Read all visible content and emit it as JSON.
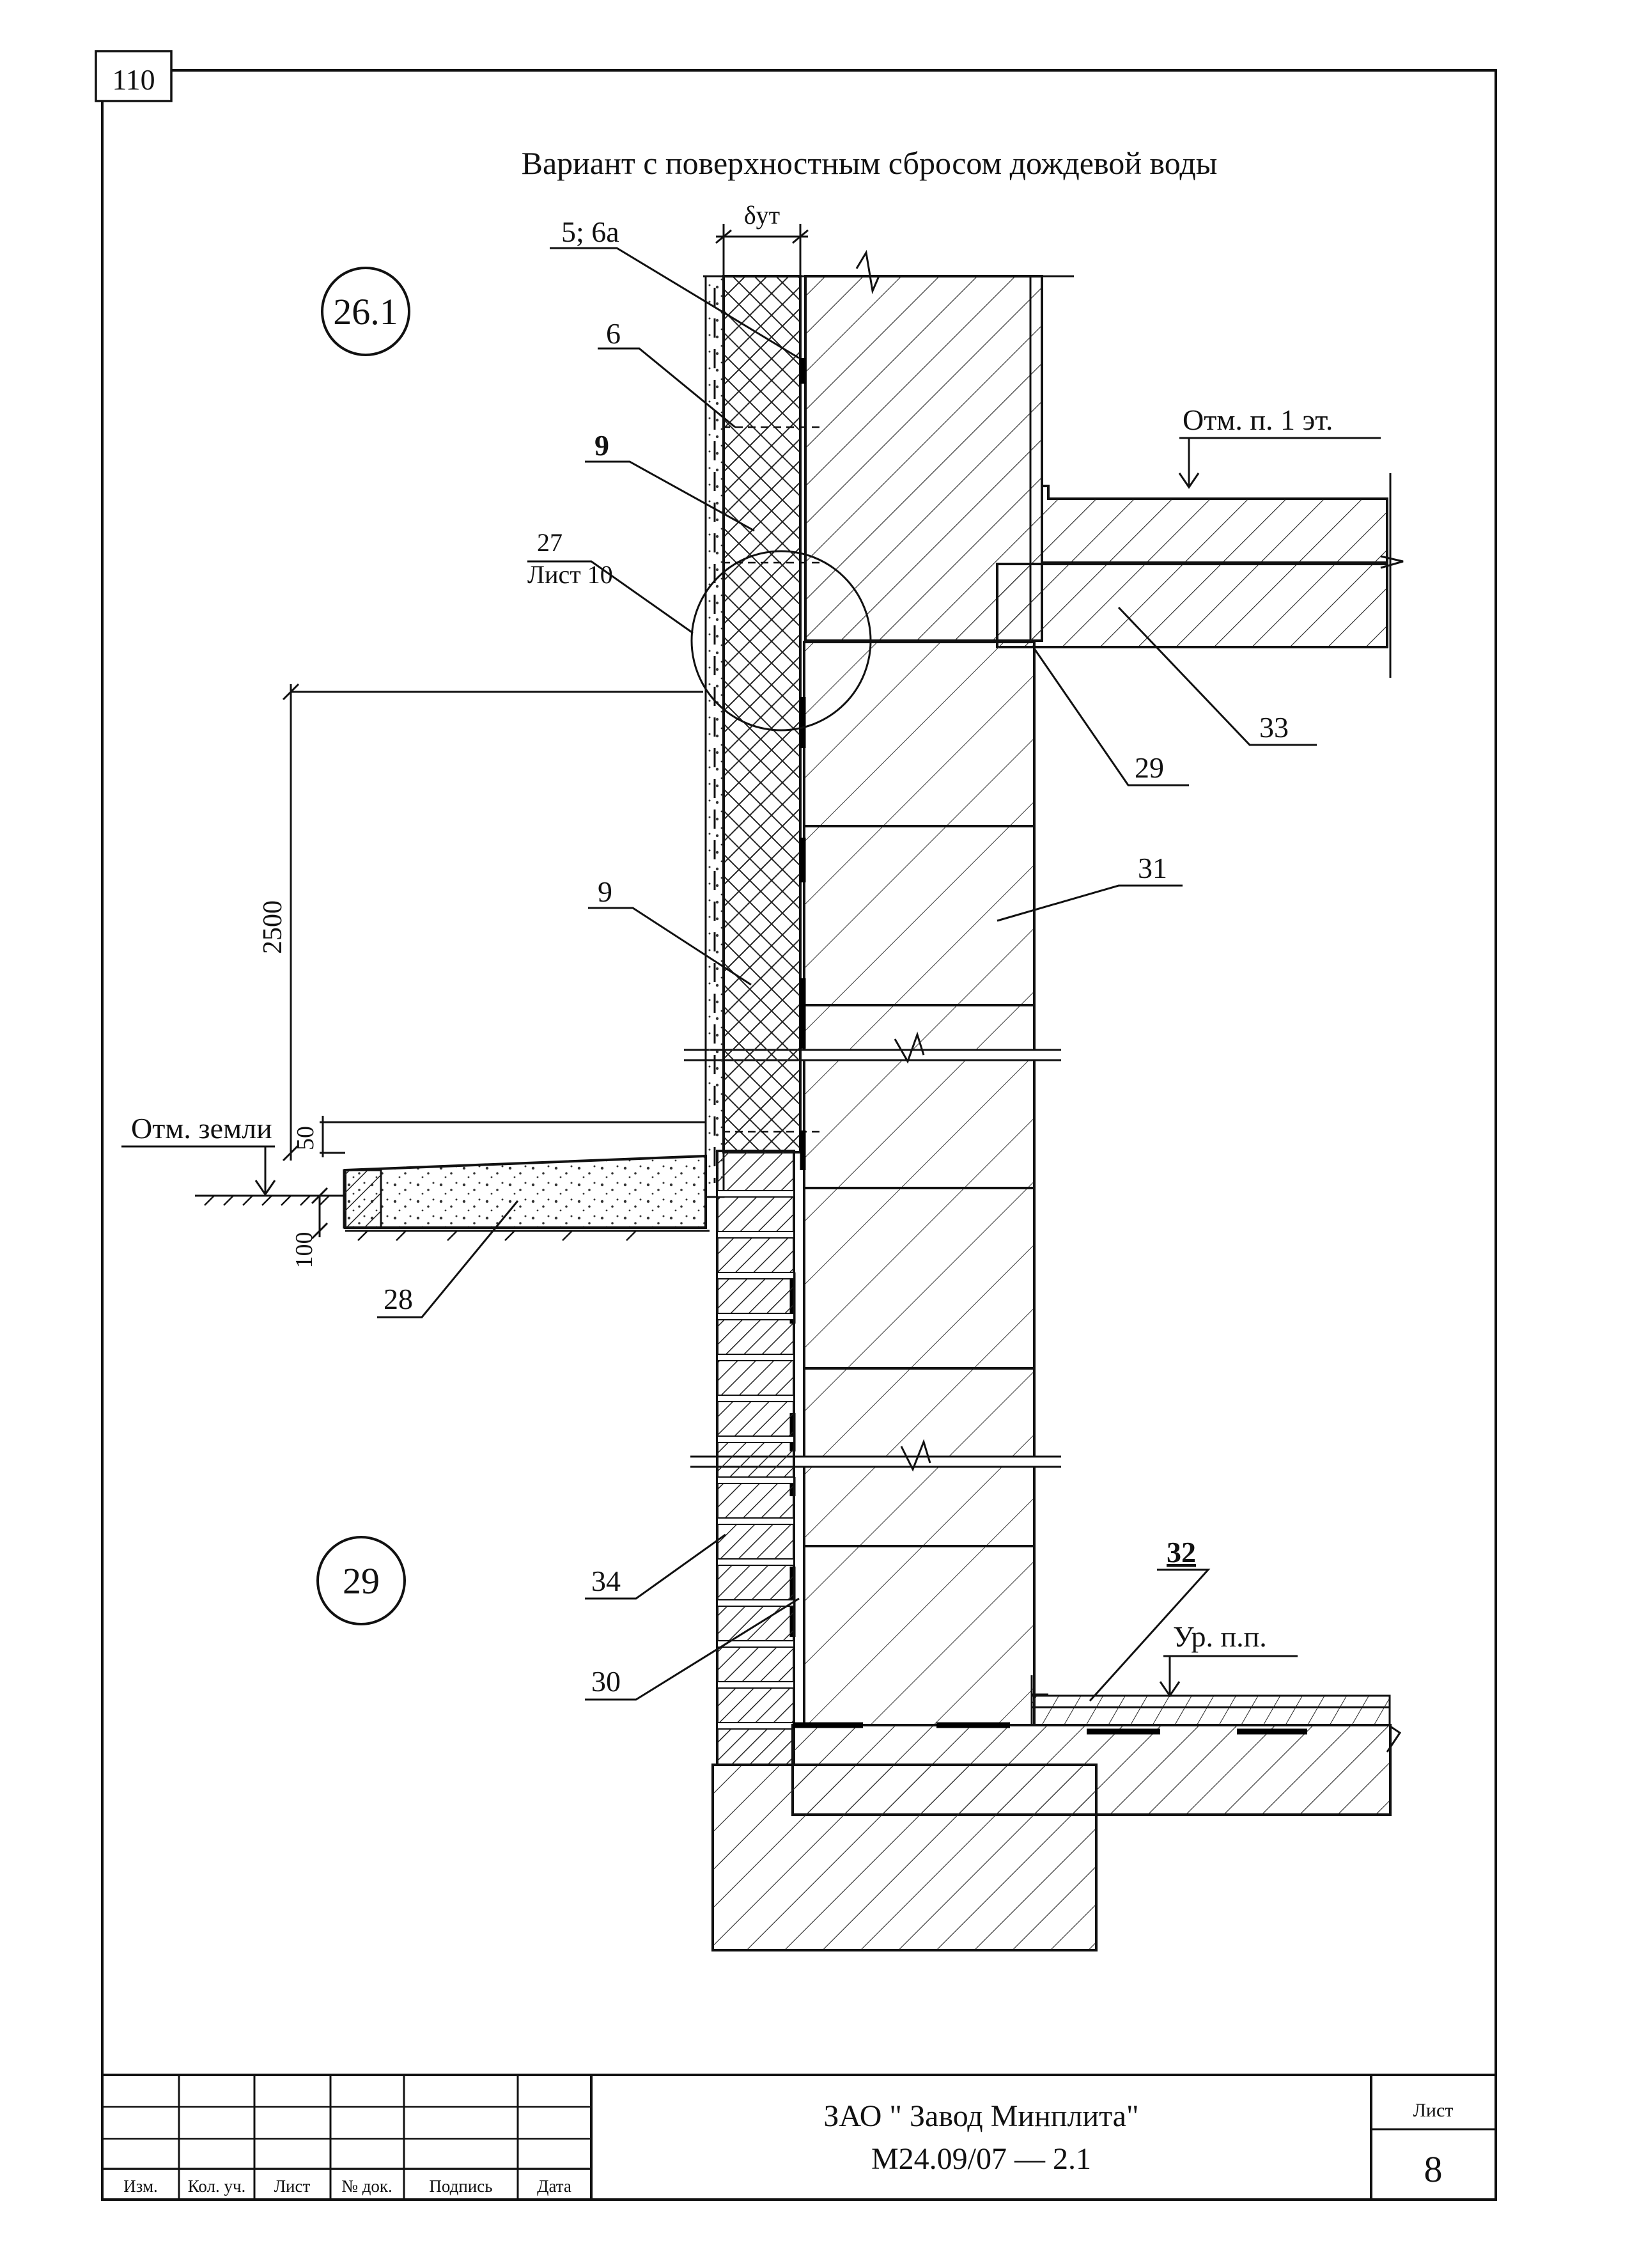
{
  "page_number": "110",
  "title": "Вариант с поверхностным сбросом дождевой воды",
  "nodes": {
    "node_a": "26.1",
    "node_b": "29"
  },
  "callouts": {
    "c_5_6a": "5; 6а",
    "c_6": "6",
    "c_9_top": "9",
    "c_27": "27",
    "c_list10": "Лист 10",
    "c_9_mid": "9",
    "c_33": "33",
    "c_29": "29",
    "c_31": "31",
    "c_28": "28",
    "c_34": "34",
    "c_30": "30",
    "c_32": "32"
  },
  "levels": {
    "floor1": "Отм. п. 1 эт.",
    "ground": "Отм. земли",
    "floor_level": "Ур. п.п."
  },
  "dimensions": {
    "d_insulation": "δут",
    "d_2500": "2500",
    "d_50": "50",
    "d_100": "100"
  },
  "title_block": {
    "col_headers": [
      "Изм.",
      "Кол. уч.",
      "Лист",
      "№ док.",
      "Подпись",
      "Дата"
    ],
    "company": "ЗАО \" Завод Минплита\"",
    "document_code": "М24.09/07 — 2.1",
    "sheet_label": "Лист",
    "sheet_number": "8"
  }
}
